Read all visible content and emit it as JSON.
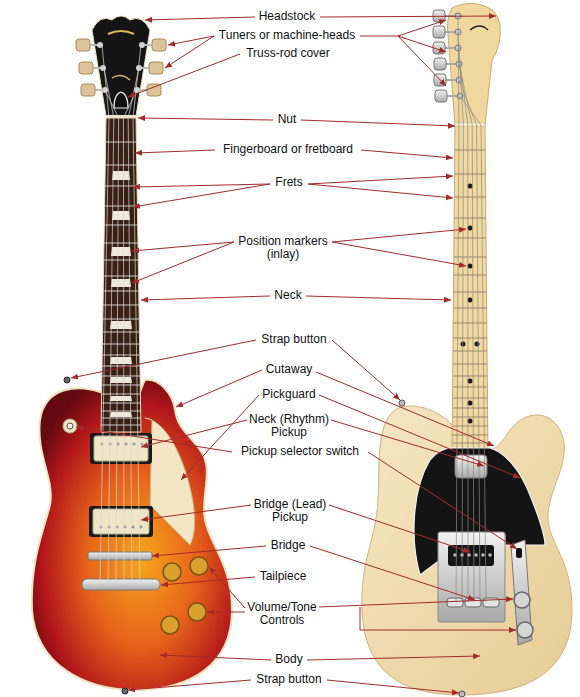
{
  "diagram": {
    "labels": [
      "Headstock",
      "Tuners or machine-heads",
      "Truss-rod cover",
      "Nut",
      "Fingerboard or fretboard",
      "Frets",
      "Position markers (inlay)",
      "Neck",
      "Strap button",
      "Cutaway",
      "Pickguard",
      "Neck (Rhythm) Pickup",
      "Pickup selector switch",
      "Bridge (Lead) Pickup",
      "Bridge",
      "Tailpiece",
      "Volume/Tone Controls",
      "Body",
      "Strap button"
    ]
  }
}
